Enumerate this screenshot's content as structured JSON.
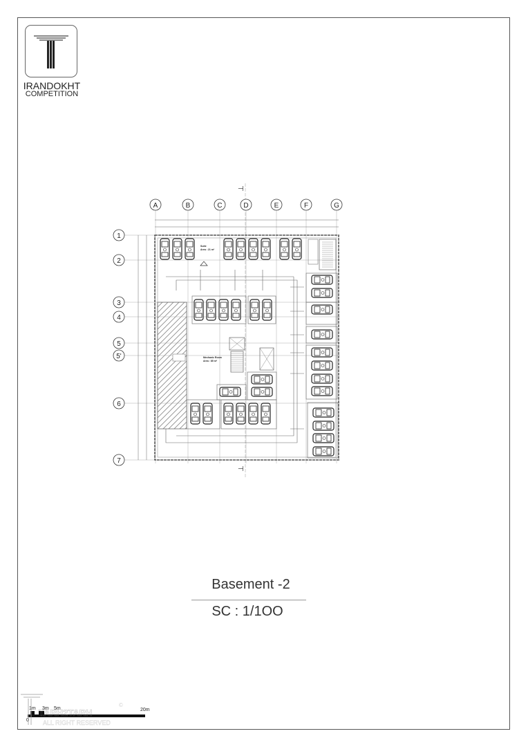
{
  "logo": {
    "name": "IRANDOKHT",
    "subtitle": "COMPETITION"
  },
  "drawing": {
    "title": "Basement -2",
    "scale": "SC : 1/1OO",
    "grid_columns": [
      "A",
      "B",
      "C",
      "D",
      "E",
      "F",
      "G"
    ],
    "grid_rows": [
      "1",
      "2",
      "3",
      "4",
      "5",
      "5'",
      "6",
      "7"
    ],
    "rooms": [
      {
        "name": "Suite",
        "area": "Area : 21 m²"
      },
      {
        "name": "Mechanic Room",
        "area": "Area : 85 m²"
      }
    ]
  },
  "scale_bar": {
    "labels": [
      "0",
      "1m",
      "3m",
      "5m",
      "20m"
    ]
  },
  "watermark": {
    "brand": "TARH2TARH",
    "rights": "ALL RIGHT RESERVED",
    "copyright": "©"
  }
}
